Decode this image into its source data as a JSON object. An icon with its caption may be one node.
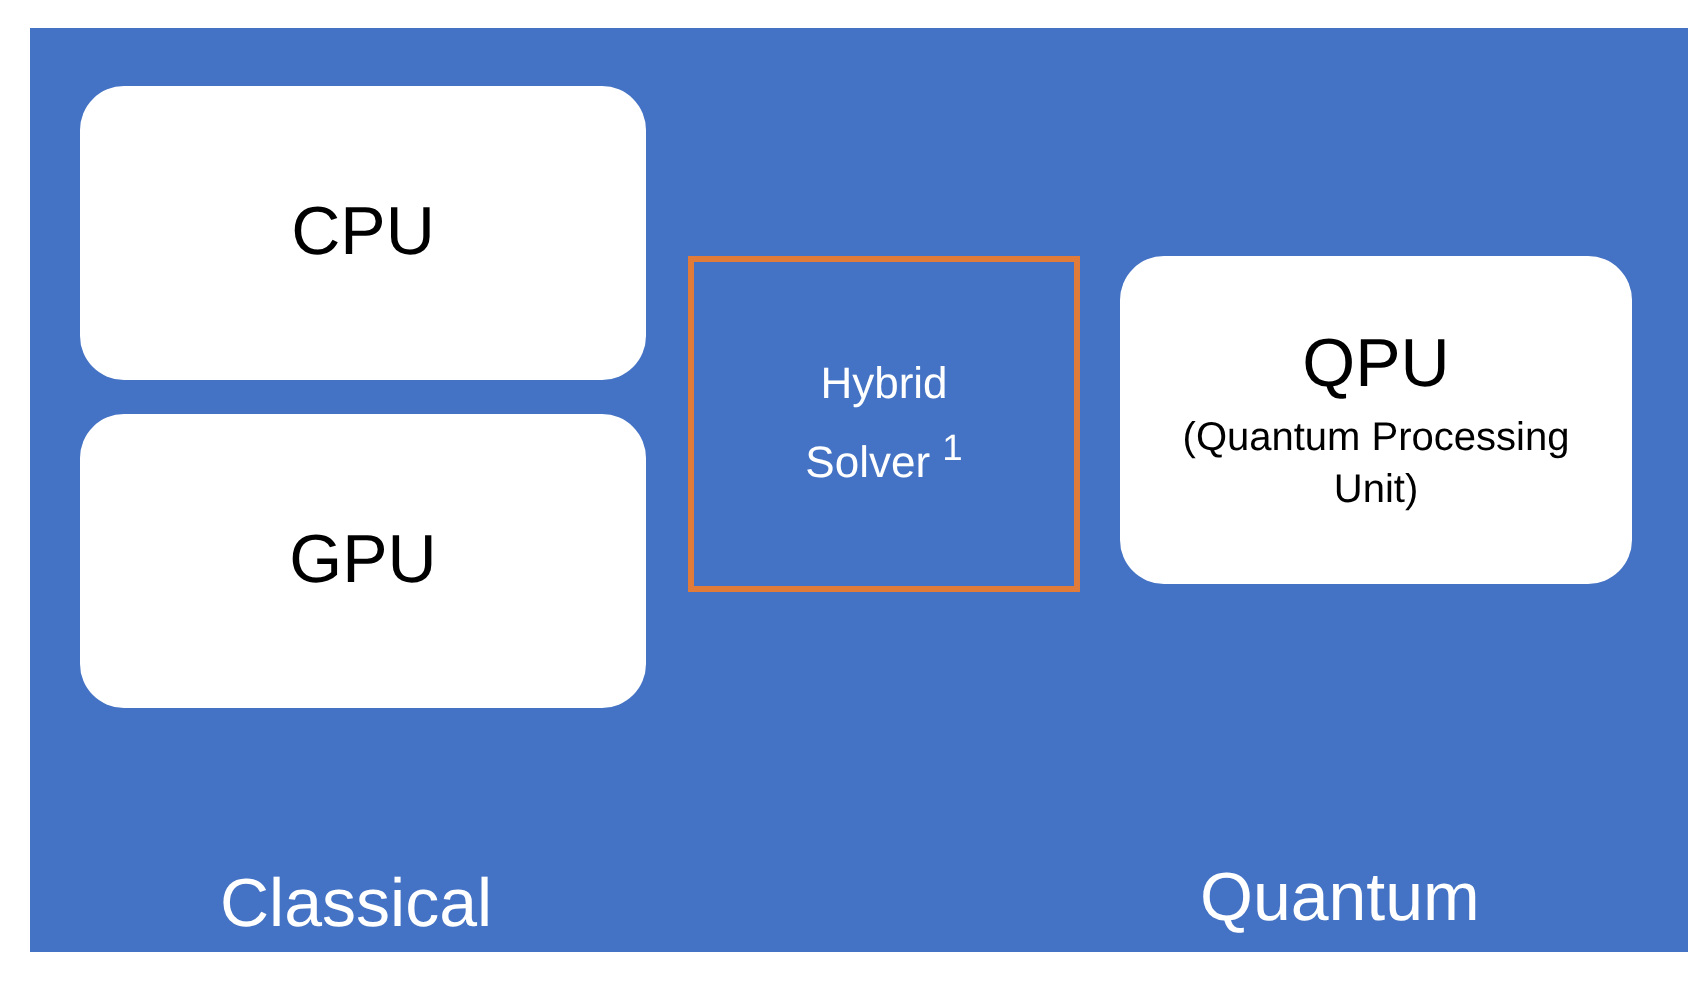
{
  "diagram": {
    "nodes": [
      {
        "text": [
          "CPU"
        ]
      },
      {
        "text": [
          "GPU"
        ]
      },
      {
        "text": [
          "Hybrid Solver $^{1}$"
        ]
      },
      {
        "text": [
          "QPU",
          "(Quantum Processing Unit)"
        ]
      }
    ],
    "labels": [
      "Classical",
      "Quantum"
    ]
  }
}
